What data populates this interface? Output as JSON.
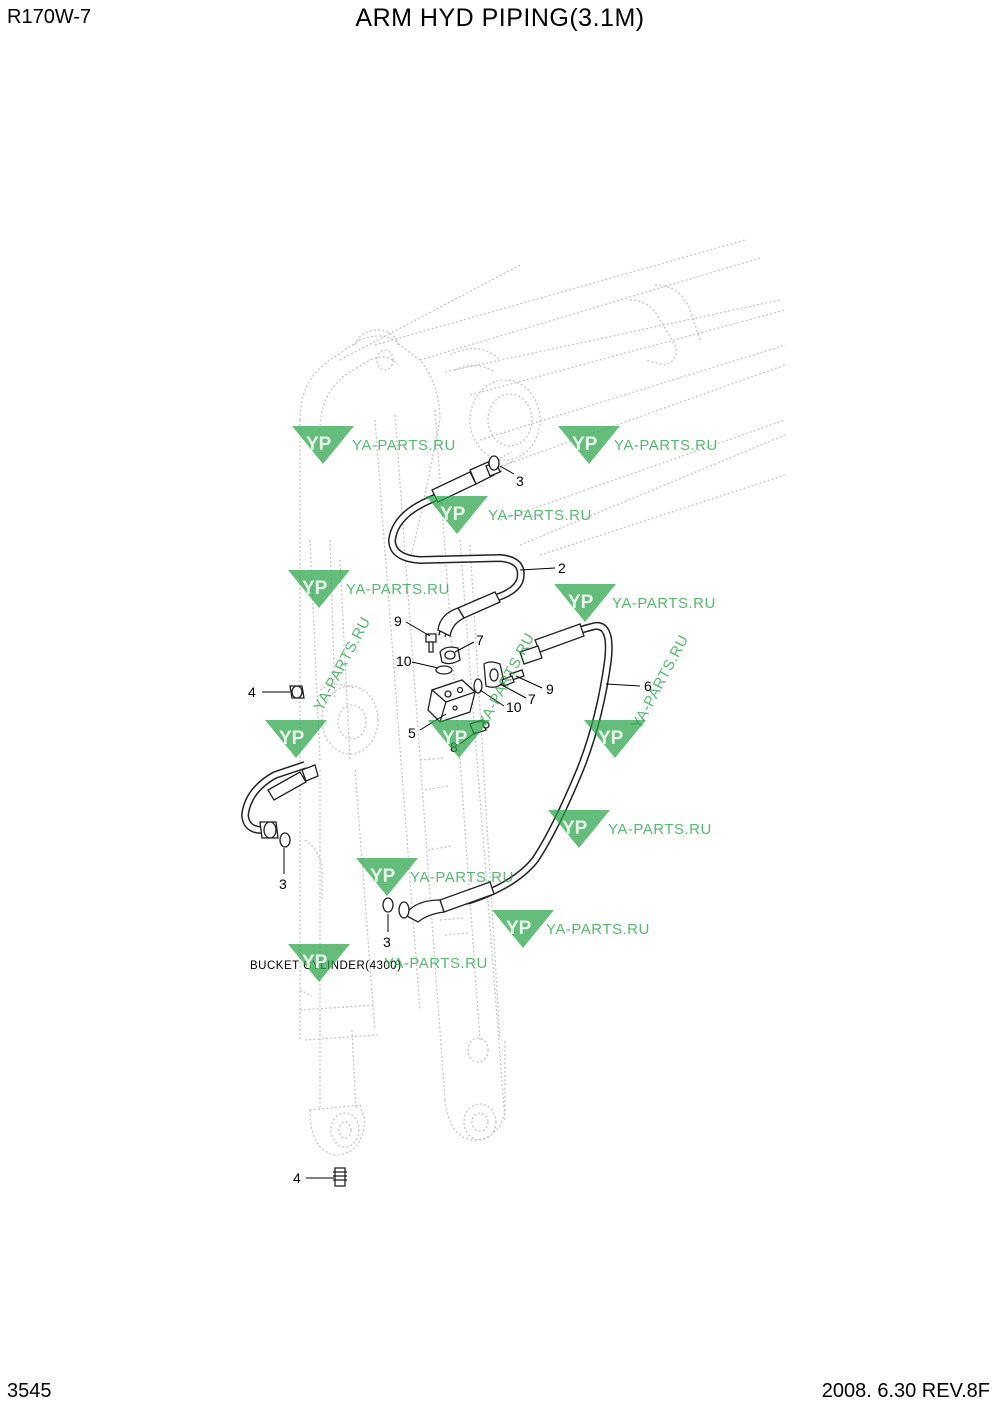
{
  "header": {
    "model": "R170W-7",
    "title": "ARM HYD PIPING(3.1M)"
  },
  "footer": {
    "page_number": "3545",
    "date_revision": "2008. 6.30  REV.8F"
  },
  "caption": "BUCKET CYLINDER(4300)",
  "callouts": [
    "3",
    "2",
    "9",
    "7",
    "10",
    "4",
    "9",
    "7",
    "10",
    "6",
    "5",
    "8",
    "3",
    "3",
    "4"
  ],
  "watermark": {
    "logo_letters": "YP",
    "text": "YA-PARTS.RU",
    "color": "#2aa44a"
  }
}
